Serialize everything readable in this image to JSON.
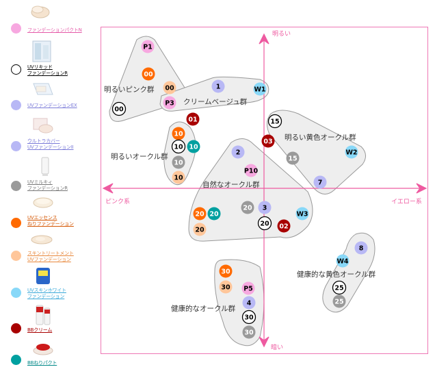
{
  "legend": [
    {
      "id": "pink",
      "label": "ファンデーションパクトN",
      "color": "#f7a8e0",
      "text_color": "#e55aa8",
      "border": "none",
      "icon": "compact-pact-icon"
    },
    {
      "id": "liquid",
      "label": "UVリキッド\nファンデーションR",
      "color": "#ffffff",
      "text_color": "#000000",
      "border": "#000000",
      "icon": "liquid-bottle-icon"
    },
    {
      "id": "lavender_ex",
      "label": "UVファンデーションEX",
      "color": "#b8b8f5",
      "text_color": "#7a7ad8",
      "border": "none",
      "icon": "compact-case-icon"
    },
    {
      "id": "lavender_ii",
      "label": "ウルトラカバー\nUVファンデーションII",
      "color": "#b8b8f5",
      "text_color": "#7a7ad8",
      "border": "none",
      "icon": "compact-case-icon"
    },
    {
      "id": "gray",
      "label": "UVミルキィ\nファンデーションR",
      "color": "#9a9a9a",
      "text_color": "#777777",
      "border": "none",
      "icon": "tube-icon"
    },
    {
      "id": "orange",
      "label": "UVエッセンス\nねりファンデーション",
      "color": "#ff6a00",
      "text_color": "#d45500",
      "border": "none",
      "icon": "jar-icon"
    },
    {
      "id": "peach",
      "label": "スキントリートメント\nUVファンデーション",
      "color": "#ffc69a",
      "text_color": "#e8883c",
      "border": "none",
      "icon": "compact-case-icon"
    },
    {
      "id": "lightblue",
      "label": "UVスキンホワイト\nファンデーション",
      "color": "#88d8f8",
      "text_color": "#3aa8d8",
      "border": "none",
      "icon": "blue-compact-icon"
    },
    {
      "id": "darkred",
      "label": "BBクリーム",
      "color": "#a80000",
      "text_color": "#a80000",
      "border": "none",
      "icon": "bb-tube-icon"
    },
    {
      "id": "teal",
      "label": "BBねりパクト",
      "color": "#00a0a0",
      "text_color": "#008888",
      "border": "none",
      "icon": "red-jar-icon"
    }
  ],
  "axes": {
    "top": "明るい",
    "bottom": "暗い",
    "left": "ピンク系",
    "right": "イエロー系"
  },
  "groups": [
    {
      "id": "bright-pink",
      "label": "明るいピンク群"
    },
    {
      "id": "cream-beige",
      "label": "クリームベージュ群"
    },
    {
      "id": "bright-ochre",
      "label": "明るいオークル群"
    },
    {
      "id": "bright-yellow-ochre",
      "label": "明るい黄色オークル群"
    },
    {
      "id": "natural-ochre",
      "label": "自然なオークル群"
    },
    {
      "id": "healthy-yellow-ochre",
      "label": "健康的な黄色オークル群"
    },
    {
      "id": "healthy-ochre",
      "label": "健康的なオークル群"
    }
  ],
  "chips": [
    {
      "label": "P1",
      "type": "pink"
    },
    {
      "label": "00",
      "type": "orange"
    },
    {
      "label": "00",
      "type": "peach"
    },
    {
      "label": "00",
      "type": "liquid"
    },
    {
      "label": "P3",
      "type": "pink"
    },
    {
      "label": "1",
      "type": "lavender"
    },
    {
      "label": "W1",
      "type": "lightblue"
    },
    {
      "label": "01",
      "type": "darkred"
    },
    {
      "label": "10",
      "type": "orange"
    },
    {
      "label": "10",
      "type": "liquid"
    },
    {
      "label": "10",
      "type": "teal"
    },
    {
      "label": "10",
      "type": "gray"
    },
    {
      "label": "10",
      "type": "peach"
    },
    {
      "label": "15",
      "type": "liquid"
    },
    {
      "label": "03",
      "type": "darkred"
    },
    {
      "label": "15",
      "type": "gray"
    },
    {
      "label": "W2",
      "type": "lightblue"
    },
    {
      "label": "7",
      "type": "lavender"
    },
    {
      "label": "2",
      "type": "lavender"
    },
    {
      "label": "P10",
      "type": "pink"
    },
    {
      "label": "20",
      "type": "gray"
    },
    {
      "label": "3",
      "type": "lavender"
    },
    {
      "label": "20",
      "type": "orange"
    },
    {
      "label": "20",
      "type": "teal"
    },
    {
      "label": "W3",
      "type": "lightblue"
    },
    {
      "label": "20",
      "type": "liquid"
    },
    {
      "label": "02",
      "type": "darkred"
    },
    {
      "label": "20",
      "type": "peach"
    },
    {
      "label": "8",
      "type": "lavender"
    },
    {
      "label": "W4",
      "type": "lightblue"
    },
    {
      "label": "25",
      "type": "liquid"
    },
    {
      "label": "25",
      "type": "gray"
    },
    {
      "label": "30",
      "type": "orange"
    },
    {
      "label": "30",
      "type": "peach"
    },
    {
      "label": "P5",
      "type": "pink"
    },
    {
      "label": "4",
      "type": "lavender"
    },
    {
      "label": "30",
      "type": "liquid"
    },
    {
      "label": "30",
      "type": "gray"
    }
  ],
  "chip_styles": {
    "pink": {
      "fill": "#f7a8e0",
      "text": "#000000",
      "stroke": "none"
    },
    "orange": {
      "fill": "#ff6a00",
      "text": "#ffffff",
      "stroke": "none"
    },
    "peach": {
      "fill": "#ffc69a",
      "text": "#000000",
      "stroke": "none"
    },
    "liquid": {
      "fill": "#ffffff",
      "text": "#000000",
      "stroke": "#000000"
    },
    "lavender": {
      "fill": "#b8b8f5",
      "text": "#000000",
      "stroke": "none"
    },
    "lightblue": {
      "fill": "#88d8f8",
      "text": "#000000",
      "stroke": "none"
    },
    "darkred": {
      "fill": "#a80000",
      "text": "#ffffff",
      "stroke": "none"
    },
    "teal": {
      "fill": "#00a0a0",
      "text": "#ffffff",
      "stroke": "none"
    },
    "gray": {
      "fill": "#9a9a9a",
      "text": "#ffffff",
      "stroke": "none"
    }
  },
  "colors": {
    "axis": "#ee5aa0",
    "frame": "#ee77b5",
    "group_fill": "#eeeeee",
    "group_stroke": "#999999"
  }
}
